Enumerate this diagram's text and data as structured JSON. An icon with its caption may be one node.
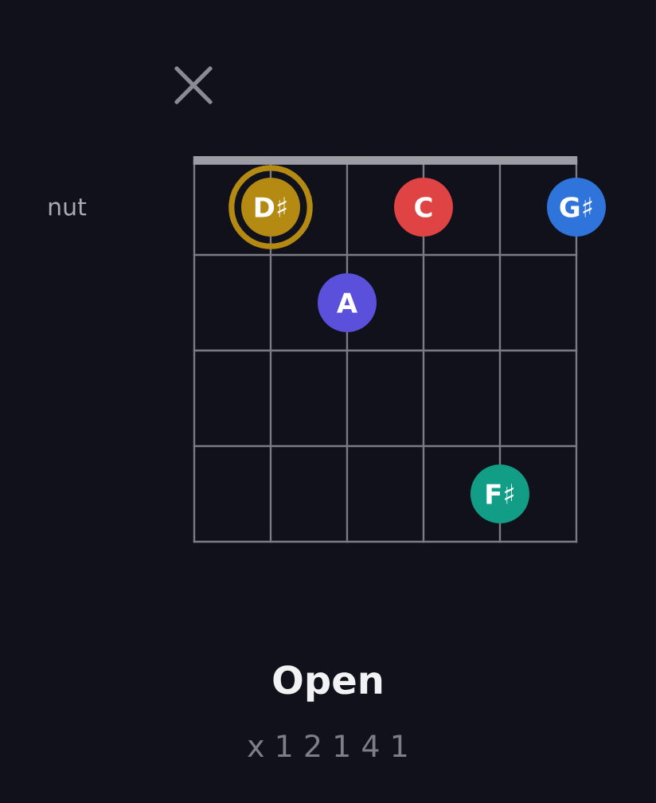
{
  "diagram": {
    "title": "Open",
    "nodes": [
      {
        "text": [
          "D♯"
        ]
      },
      {
        "text": [
          "C"
        ]
      },
      {
        "text": [
          "G♯"
        ]
      },
      {
        "text": [
          "A"
        ]
      },
      {
        "text": [
          "F♯"
        ]
      }
    ],
    "labels": [
      "nut",
      "x 1 2 1 4 1"
    ]
  }
}
